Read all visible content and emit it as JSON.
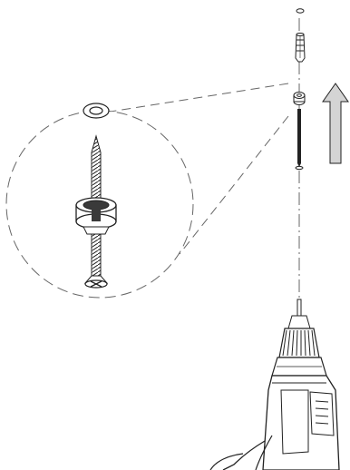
{
  "diagram": {
    "type": "assembly-instruction",
    "text_labels": [],
    "components": [
      "top-washer",
      "wall-plug",
      "rubber-sealing-washer",
      "wood-screw",
      "direction-arrow",
      "magnified-detail-circle",
      "cordless-screwdriver"
    ],
    "arrow_direction": "up",
    "colors": {
      "line": "#222222",
      "arrow_fill": "#d4d4d4",
      "dash_line": "#666666",
      "rubber": "#3a3a3a"
    }
  }
}
